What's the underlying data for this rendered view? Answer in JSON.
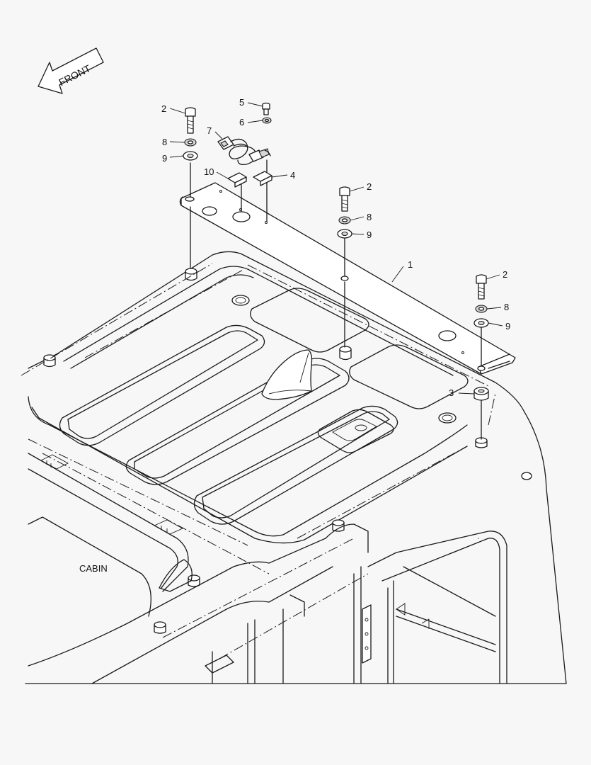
{
  "front_arrow": {
    "label": "FRONT"
  },
  "area_label": "CABIN",
  "callouts": {
    "c1": "1",
    "c2a": "2",
    "c2b": "2",
    "c2c": "2",
    "c3": "3",
    "c4": "4",
    "c5": "5",
    "c6": "6",
    "c7": "7",
    "c8a": "8",
    "c8b": "8",
    "c8c": "8",
    "c9a": "9",
    "c9b": "9",
    "c9c": "9",
    "c10": "10"
  }
}
